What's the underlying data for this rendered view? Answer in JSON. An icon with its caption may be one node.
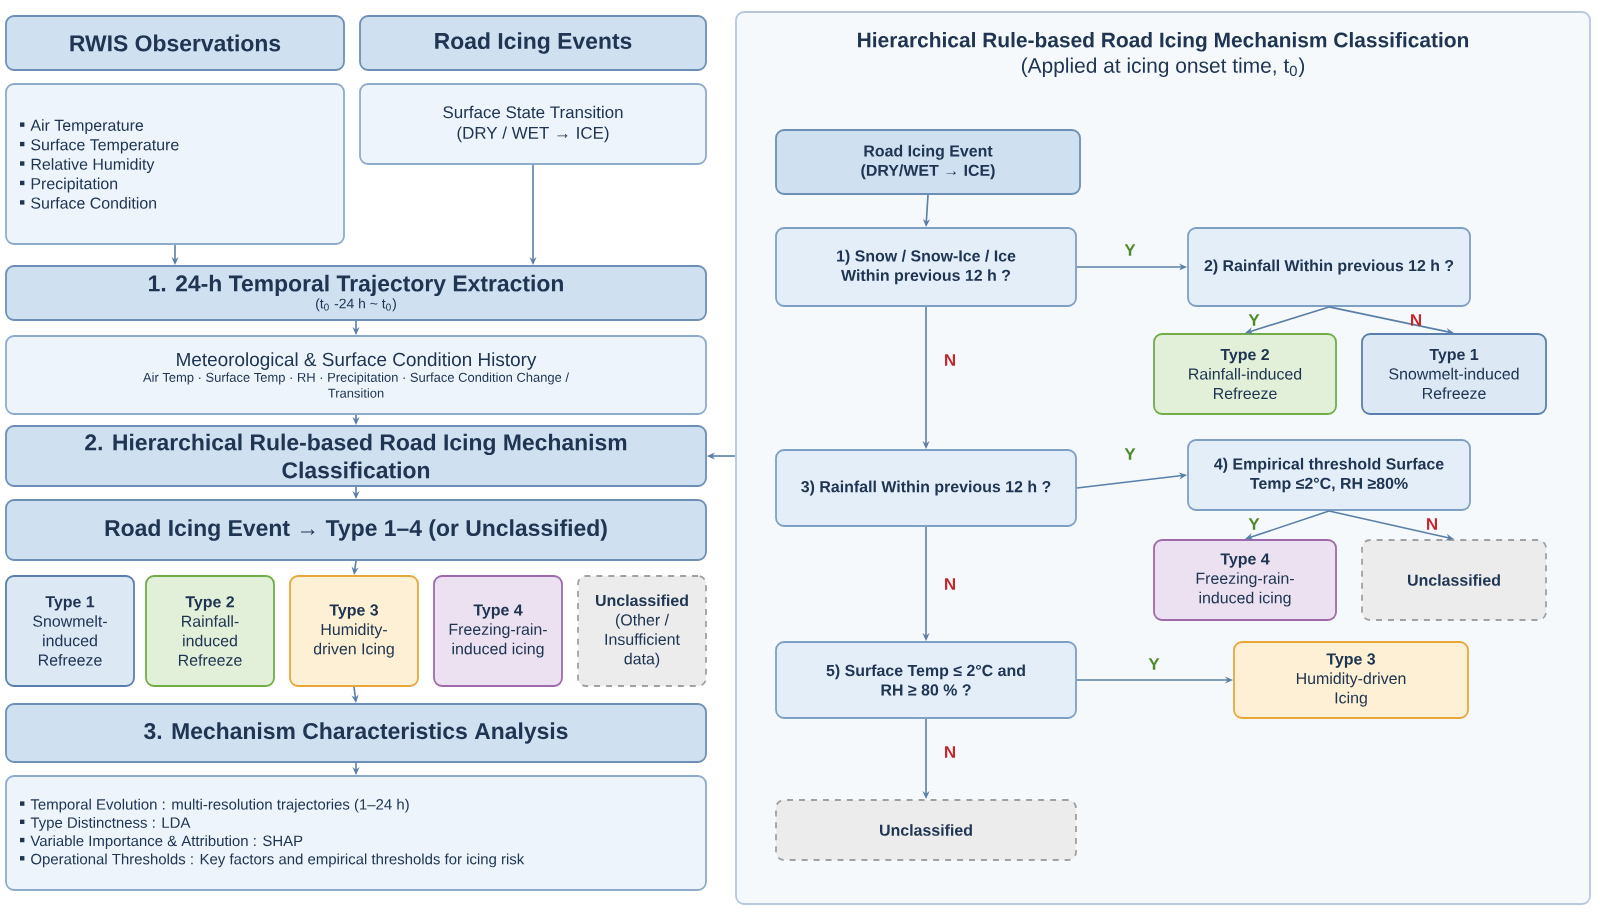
{
  "diagram": {
    "nodes": [
      {
        "text": [
          "RWIS Observations"
        ]
      },
      {
        "text": [
          "Air Temperature",
          "Surface Temperature",
          "Relative Humidity",
          "Precipitation",
          "Surface Condition"
        ]
      },
      {
        "text": [
          "Road Icing Events"
        ]
      },
      {
        "text": [
          "Surface State Transition (DRY / WET → ICE)"
        ]
      },
      {
        "text": [
          "1.   24-h Temporal Trajectory Extraction",
          "(t$_{0}$ -24 h ~ t$_{0}$)"
        ]
      },
      {
        "text": [
          "Meteorological & Surface Condition History",
          "Air Temp · Surface Temp · RH · Precipitation · Surface Condition Change / Transition"
        ]
      },
      {
        "text": [
          "2. Hierarchical Rule-based Road Icing Mechanism Classification"
        ]
      },
      {
        "text": [
          "Road Icing Event → Type 1–4 (or Unclassified)"
        ]
      },
      {
        "text": [
          "Type 1",
          "Snowmelt-induced Refreeze"
        ]
      },
      {
        "text": [
          "Type 2",
          "Rainfall-induced Refreeze"
        ]
      },
      {
        "text": [
          "Type 3",
          "Humidity-driven Icing"
        ]
      },
      {
        "text": [
          "Type 4",
          "Freezing-rain-induced icing"
        ]
      },
      {
        "text": [
          "Unclassified",
          "(Other / Insufficient data)"
        ]
      },
      {
        "text": [
          "3. Mechanism Characteristics Analysis"
        ]
      },
      {
        "text": [
          "Temporal Evolution : multi-resolution trajectories (1–24 h)",
          "Type Distinctness : LDA",
          "Variable Importance & Attribution : SHAP",
          "Operational Thresholds : Key factors and empirical thresholds for icing risk"
        ]
      },
      {
        "text": [
          "Hierarchical Rule-based Road Icing Mechanism Classification",
          "(Applied at icing onset time, t$_{0}$)"
        ]
      },
      {
        "text": [
          "Road Icing Event (DRY/WET → ICE)"
        ],
        "in": 15
      },
      {
        "text": [
          "1) Snow / Snow-Ice / Ice Within previous 12 h ?"
        ],
        "in": 15
      },
      {
        "text": [
          "2) Rainfall Within previous 12 h ?"
        ],
        "in": 15
      },
      {
        "text": [
          "Type 2",
          "Rainfall-induced Refreeze"
        ],
        "in": 15
      },
      {
        "text": [
          "Type 1",
          "Snowmelt-induced Refreeze"
        ],
        "in": 15
      },
      {
        "text": [
          "3) Rainfall Within previous 12 h ?"
        ],
        "in": 15
      },
      {
        "text": [
          "4) Empirical threshold Surface Temp ≤2°C, RH ≥80%"
        ],
        "in": 15
      },
      {
        "text": [
          "Type 4",
          "Freezing-rain-induced icing"
        ],
        "in": 15
      },
      {
        "text": [
          "Unclassified"
        ],
        "in": 15
      },
      {
        "text": [
          "5) Surface Temp ≤ 2°C and RH ≥ 80 % ?"
        ],
        "in": 15
      },
      {
        "text": [
          "Type 3",
          "Humidity-driven Icing"
        ],
        "in": 15
      },
      {
        "text": [
          "Unclassified"
        ],
        "in": 15
      }
    ],
    "edges": [
      {
        "from": 1,
        "to": 4,
        "arrow": "to"
      },
      {
        "from": 3,
        "to": 4,
        "arrow": "to"
      },
      {
        "from": 4,
        "to": 5,
        "arrow": "to"
      },
      {
        "from": 5,
        "to": 6,
        "arrow": "to"
      },
      {
        "from": 6,
        "to": 7,
        "arrow": "to"
      },
      {
        "from": 7,
        "to": 10,
        "arrow": "to"
      },
      {
        "from": 10,
        "to": 13,
        "arrow": "to"
      },
      {
        "from": 13,
        "to": 14,
        "arrow": "to"
      },
      {
        "from": 15,
        "to": 6,
        "arrow": "to"
      },
      {
        "from": 16,
        "to": 17,
        "arrow": "to"
      },
      {
        "from": 17,
        "to": 18,
        "arrow": "to",
        "label": "Y"
      },
      {
        "from": 18,
        "to": 19,
        "arrow": "to",
        "label": "Y"
      },
      {
        "from": 18,
        "to": 20,
        "arrow": "to",
        "label": "N"
      },
      {
        "from": 17,
        "to": 21,
        "arrow": "to",
        "label": "N"
      },
      {
        "from": 21,
        "to": 22,
        "arrow": "to",
        "label": "Y"
      },
      {
        "from": 22,
        "to": 23,
        "arrow": "to",
        "label": "Y"
      },
      {
        "from": 22,
        "to": 24,
        "arrow": "to",
        "label": "N"
      },
      {
        "from": 21,
        "to": 25,
        "arrow": "to",
        "label": "N"
      },
      {
        "from": 25,
        "to": 26,
        "arrow": "to",
        "label": "Y"
      },
      {
        "from": 25,
        "to": 27,
        "arrow": "to",
        "label": "N"
      }
    ]
  }
}
